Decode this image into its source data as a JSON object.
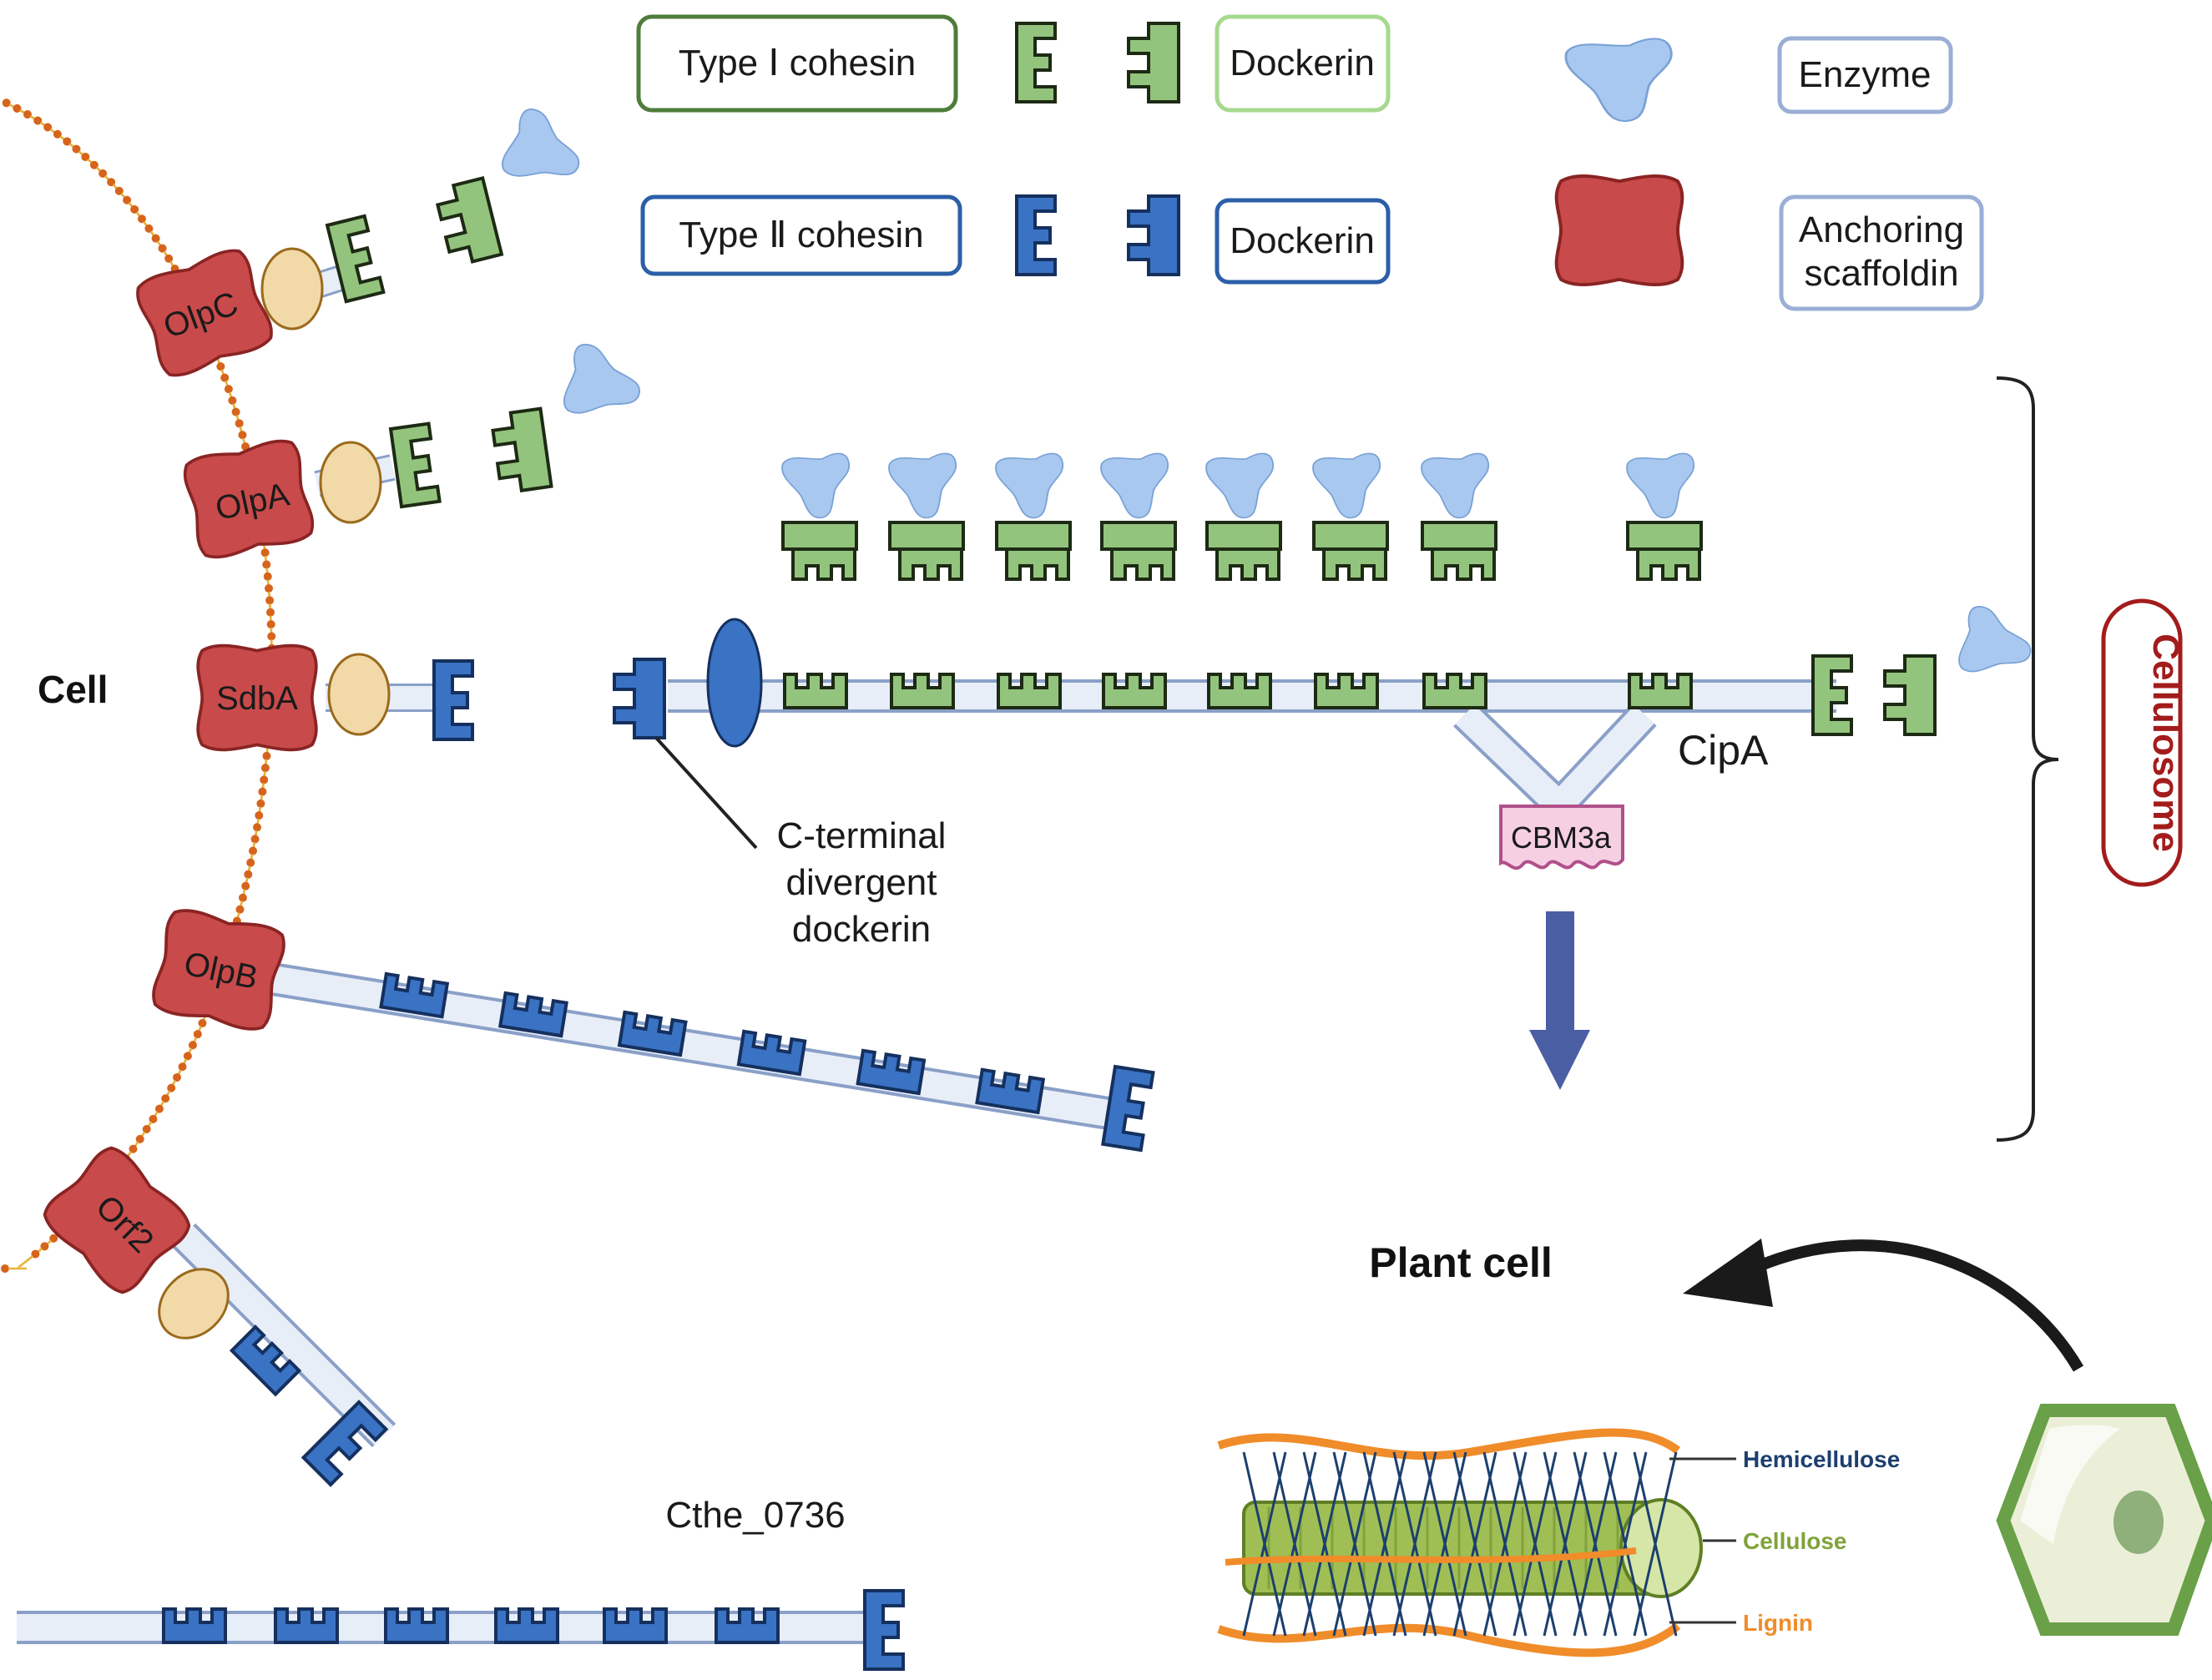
{
  "legend": {
    "type1_cohesin": "Type Ⅰ cohesin",
    "type2_cohesin": "Type Ⅱ cohesin",
    "dockerin_1": "Dockerin",
    "dockerin_2": "Dockerin",
    "enzyme": "Enzyme",
    "anchoring_1": "Anchoring",
    "anchoring_2": "scaffoldin"
  },
  "anchors": {
    "olpc": "OlpC",
    "olpa": "OlpA",
    "sdba": "SdbA",
    "olpb": "OlpB",
    "orf2": "Orf2"
  },
  "labels": {
    "cell": "Cell",
    "cipa": "CipA",
    "cbm3a": "CBM3a",
    "cterm_1": "C-terminal",
    "cterm_2": "divergent",
    "cterm_3": "dockerin",
    "cthe": "Cthe_0736",
    "cellulosome": "Cellulosome",
    "plant_cell": "Plant cell",
    "hemicellulose": "Hemicellulose",
    "cellulose": "Cellulose",
    "lignin": "Lignin"
  },
  "colors": {
    "green_fill": "#93c47d",
    "green_stroke": "#3a5f2a",
    "blue_fill": "#3a72c4",
    "blue_stroke": "#1d4c94",
    "anchor_red": "#c94a4a",
    "anchor_stroke": "#8a2424",
    "enzyme_blue": "#a9c8ef",
    "beige": "#f1d9a8",
    "linker": "#e8eef8",
    "membrane": "#e7b23a",
    "cellulosome_red": "#a31c1c",
    "arrow_blue": "#4a5ea3",
    "lignin_orange": "#f08c2a",
    "hemicellulose_navy": "#1c3f6e",
    "cellulose_green": "#7fa339"
  }
}
